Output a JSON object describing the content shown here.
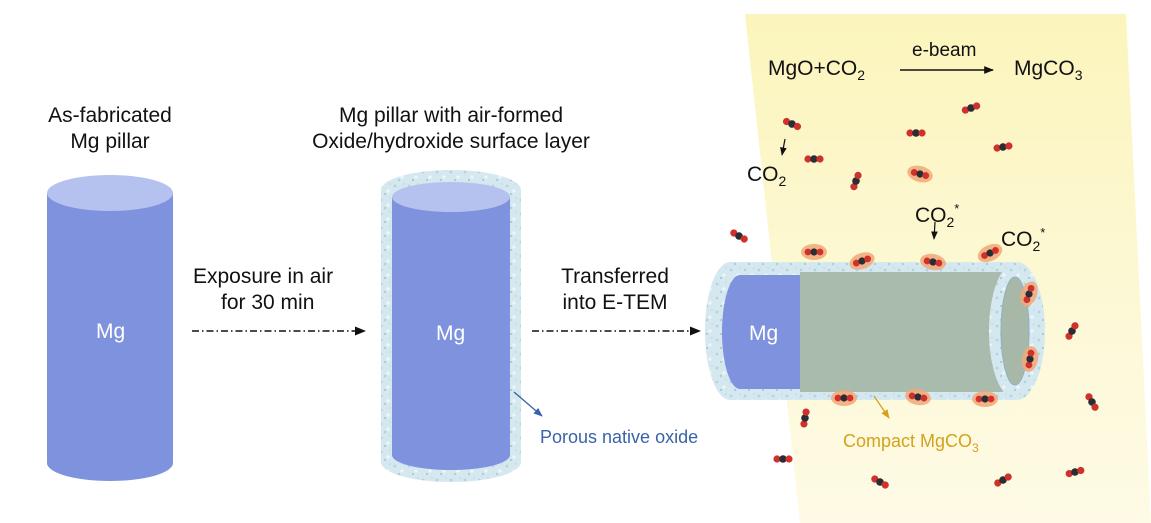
{
  "panel1": {
    "title_line1": "As-fabricated",
    "title_line2": "Mg pillar",
    "pillar_label": "Mg"
  },
  "arrow1": {
    "line1": "Exposure in air",
    "line2": "for 30 min"
  },
  "panel2": {
    "title_line1": "Mg pillar with air-formed",
    "title_line2": "Oxide/hydroxide surface layer",
    "pillar_label": "Mg",
    "callout": "Porous native oxide"
  },
  "arrow2": {
    "line1": "Transferred",
    "line2": "into E-TEM"
  },
  "panel3": {
    "pillar_label": "Mg",
    "reaction": {
      "reactants": "MgO+CO",
      "reactant_sub": "2",
      "condition": "e-beam",
      "product": "MgCO",
      "product_sub": "3"
    },
    "co2_label": "CO",
    "co2_sub": "2",
    "co2_excited_label": "CO",
    "co2_excited_sub": "2",
    "co2_excited_sup": "*",
    "compact_label": "Compact MgCO",
    "compact_sub": "3"
  },
  "colors": {
    "pillar_fill": "#7f92de",
    "pillar_top": "#b5c1ee",
    "oxide_layer": "#cfe4ee",
    "beam": "#fbf6c4",
    "carbonate": "#a7b8a9",
    "callout_blue": "#3a62a8",
    "compact_gold": "#d4a21c",
    "molecule_carbon": "#2a2d33",
    "molecule_oxygen": "#d0312d",
    "molecule_halo": "#f1a878"
  }
}
